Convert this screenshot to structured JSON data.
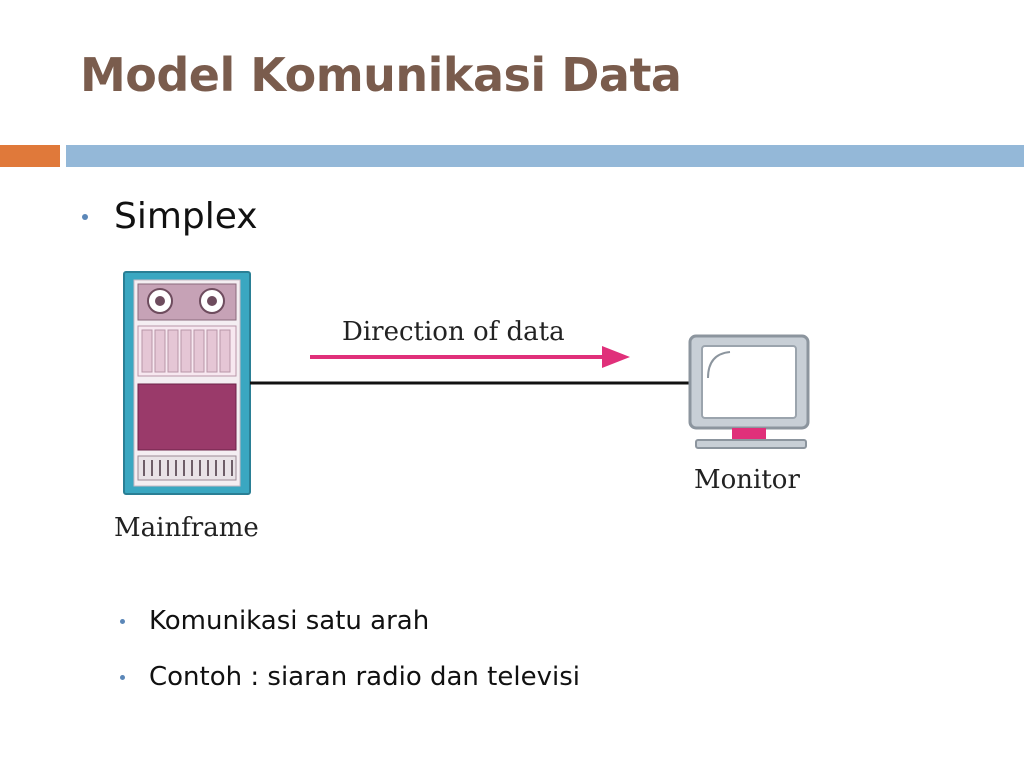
{
  "slide": {
    "title": "Model Komunikasi Data",
    "colors": {
      "title": "#7a5c4d",
      "accent_orange": "#e0793a",
      "accent_blue": "#94b8d8",
      "bullet": "#5b87b8",
      "arrow": "#e0307a",
      "device_teal": "#3aa7c1",
      "device_magenta": "#9a3a6a"
    }
  },
  "main_bullet": {
    "text": "Simplex"
  },
  "diagram": {
    "arrow_label": "Direction of data",
    "devices": [
      {
        "name": "Mainframe",
        "icon": "mainframe-icon"
      },
      {
        "name": "Monitor",
        "icon": "monitor-icon"
      }
    ]
  },
  "sub_bullets": [
    {
      "text": "Komunikasi satu arah"
    },
    {
      "text": "Contoh : siaran radio dan televisi"
    }
  ]
}
